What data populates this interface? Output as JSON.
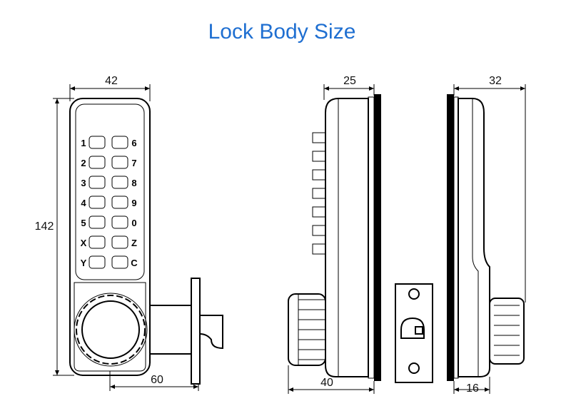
{
  "title": "Lock Body Size",
  "front_view": {
    "width": "42",
    "height": "142",
    "latch_length": "60",
    "keys_left": [
      "1",
      "2",
      "3",
      "4",
      "5",
      "X",
      "Y"
    ],
    "keys_right": [
      "6",
      "7",
      "8",
      "9",
      "0",
      "Z",
      "C"
    ]
  },
  "side_view": {
    "depth": "25",
    "knob_depth": "40"
  },
  "rear_view": {
    "depth": "32",
    "knob_depth": "16"
  }
}
